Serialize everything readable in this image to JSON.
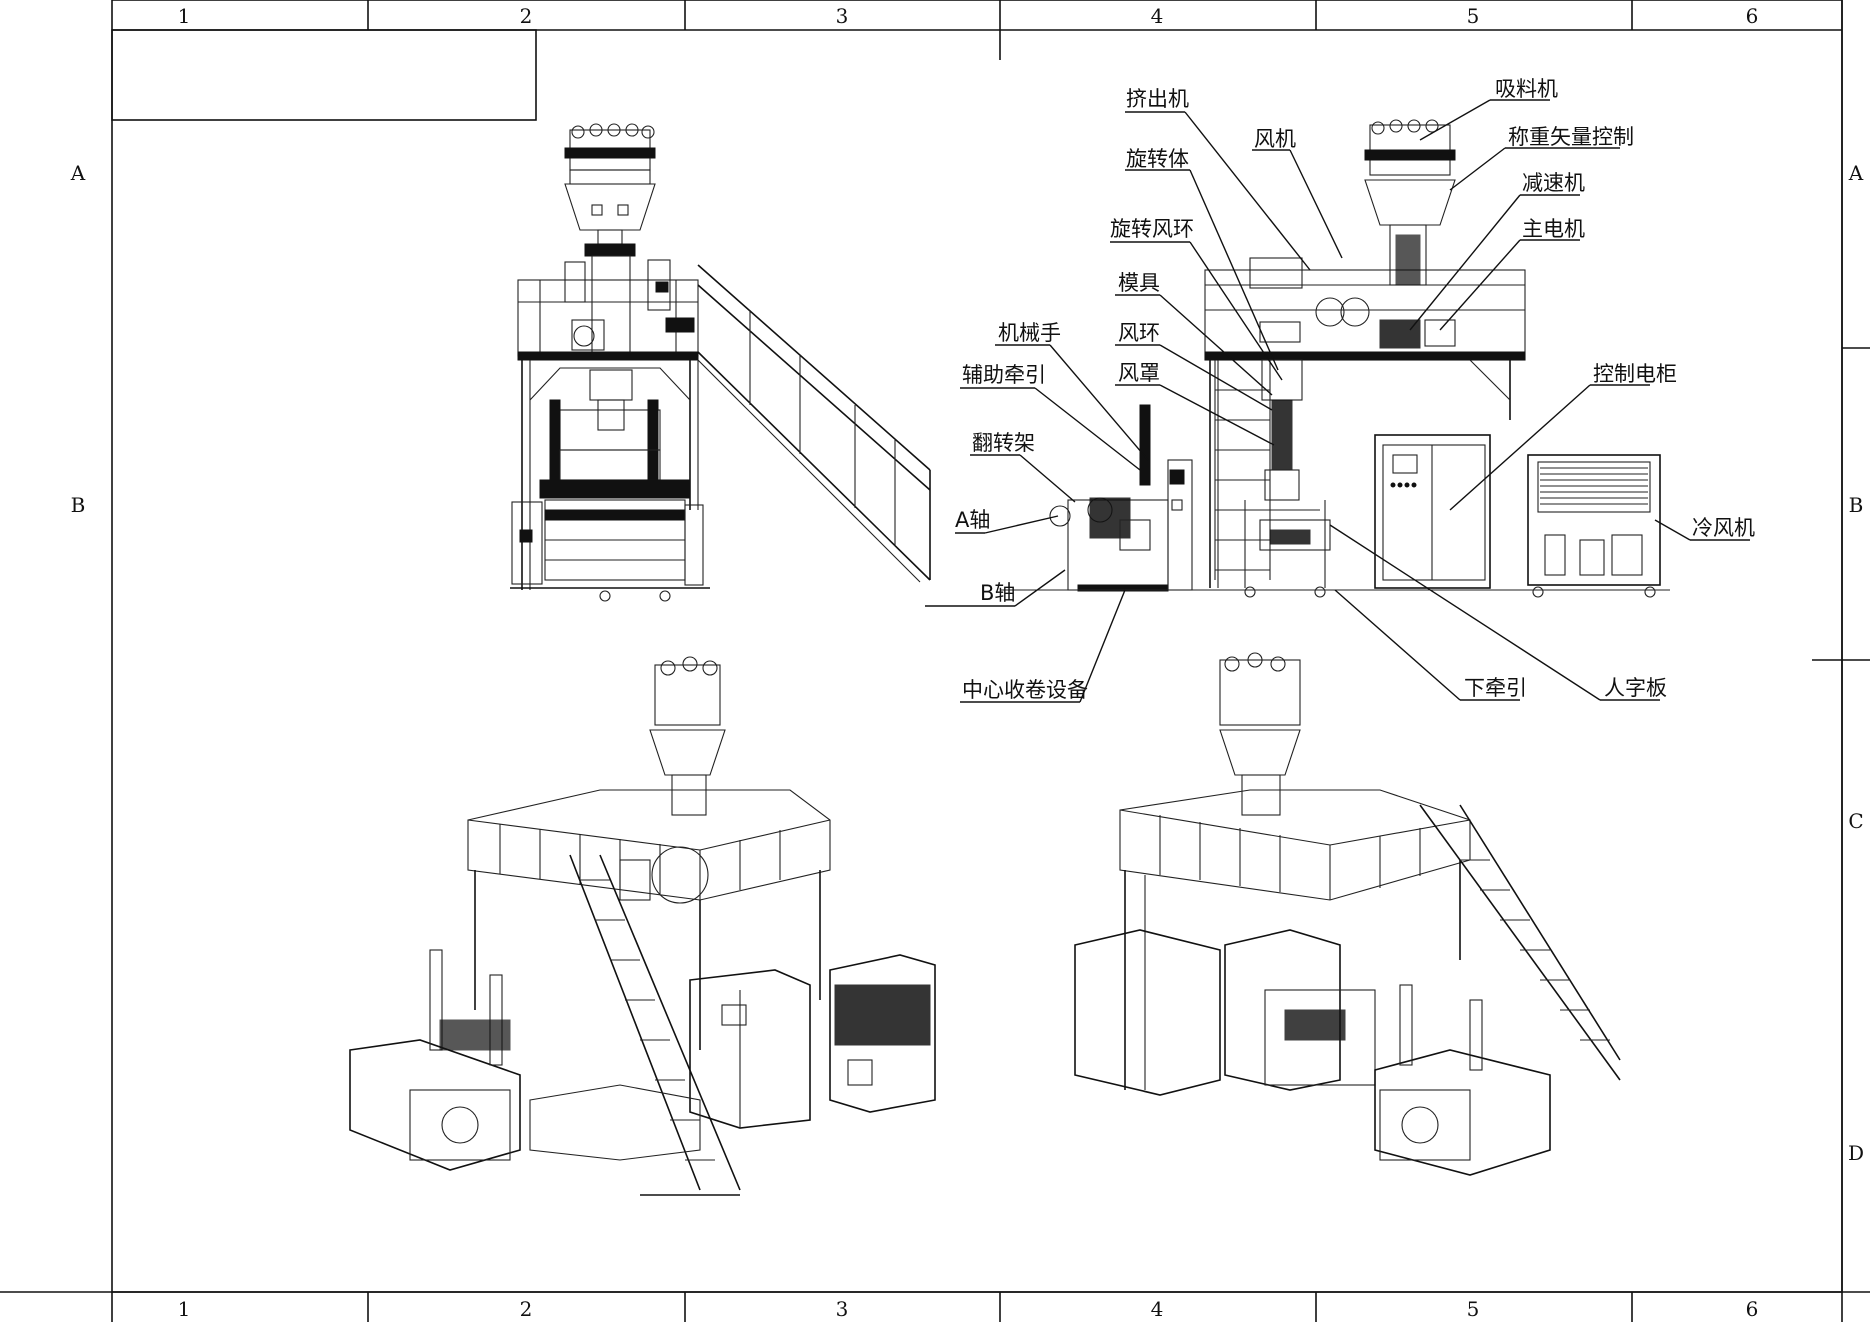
{
  "drawing": {
    "col_labels": [
      "1",
      "2",
      "3",
      "4",
      "5",
      "6"
    ],
    "row_labels": [
      "A",
      "B",
      "C",
      "D"
    ],
    "callouts": {
      "extruder": "挤出机",
      "suction_loader": "吸料机",
      "blower": "风机",
      "gravimetric_control": "称重矢量控制",
      "rotator": "旋转体",
      "reducer": "减速机",
      "rotary_air_ring": "旋转风环",
      "main_motor": "主电机",
      "die": "模具",
      "manipulator": "机械手",
      "air_ring": "风环",
      "aux_haul_off": "辅助牵引",
      "air_hood": "风罩",
      "control_cabinet": "控制电柜",
      "flip_frame": "翻转架",
      "a_shaft": "A轴",
      "cooler": "冷风机",
      "b_shaft": "B轴",
      "center_winder": "中心收卷设备",
      "lower_haul_off": "下牵引",
      "a_frame_board": "人字板"
    }
  }
}
